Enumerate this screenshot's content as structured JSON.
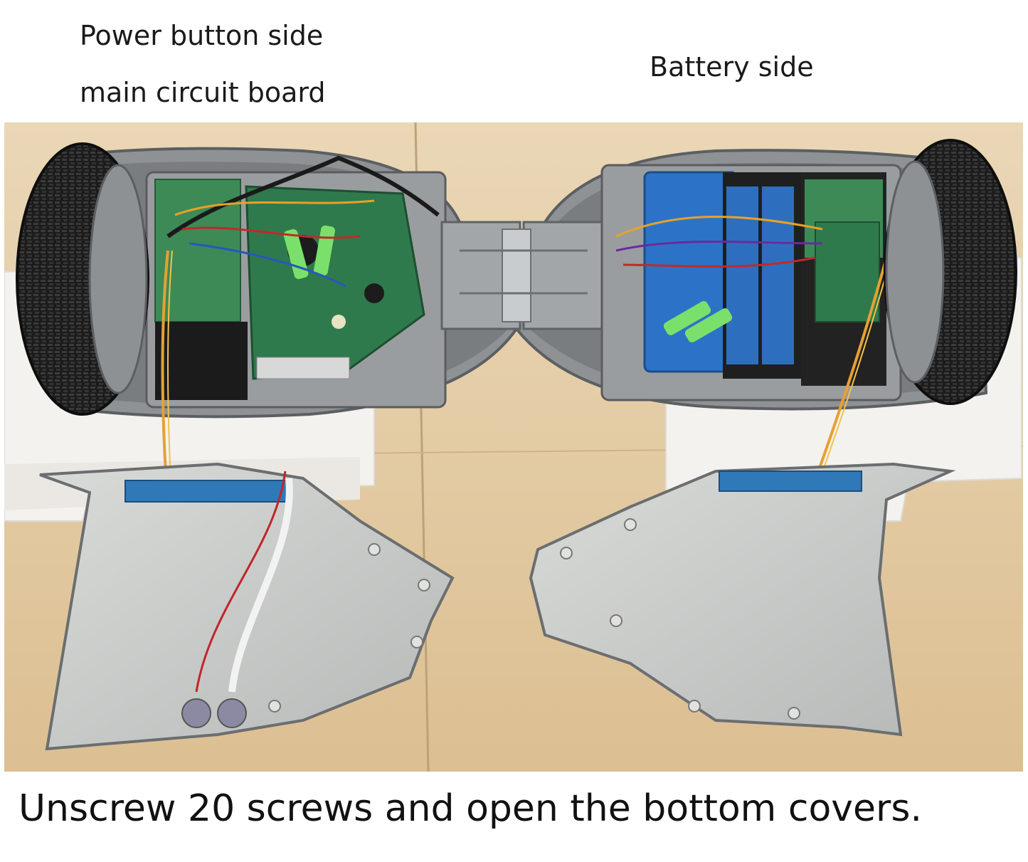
{
  "labels": {
    "power_button_side_line1": "Power button side",
    "power_button_side_line2": "main circuit board",
    "battery_side": "Battery side"
  },
  "caption": "Unscrew 20 screws and open the bottom covers.",
  "photo": {
    "subject": "hoverboard-disassembled",
    "colors": {
      "floor": "#e3c9a1",
      "foam": "#f3f1ee",
      "frame": "#8e9194",
      "cover": "#c9cbc9",
      "tire": "#1f1f1f",
      "pcb_green": "#2f7a4c",
      "battery_blue": "#2c73c8"
    }
  }
}
